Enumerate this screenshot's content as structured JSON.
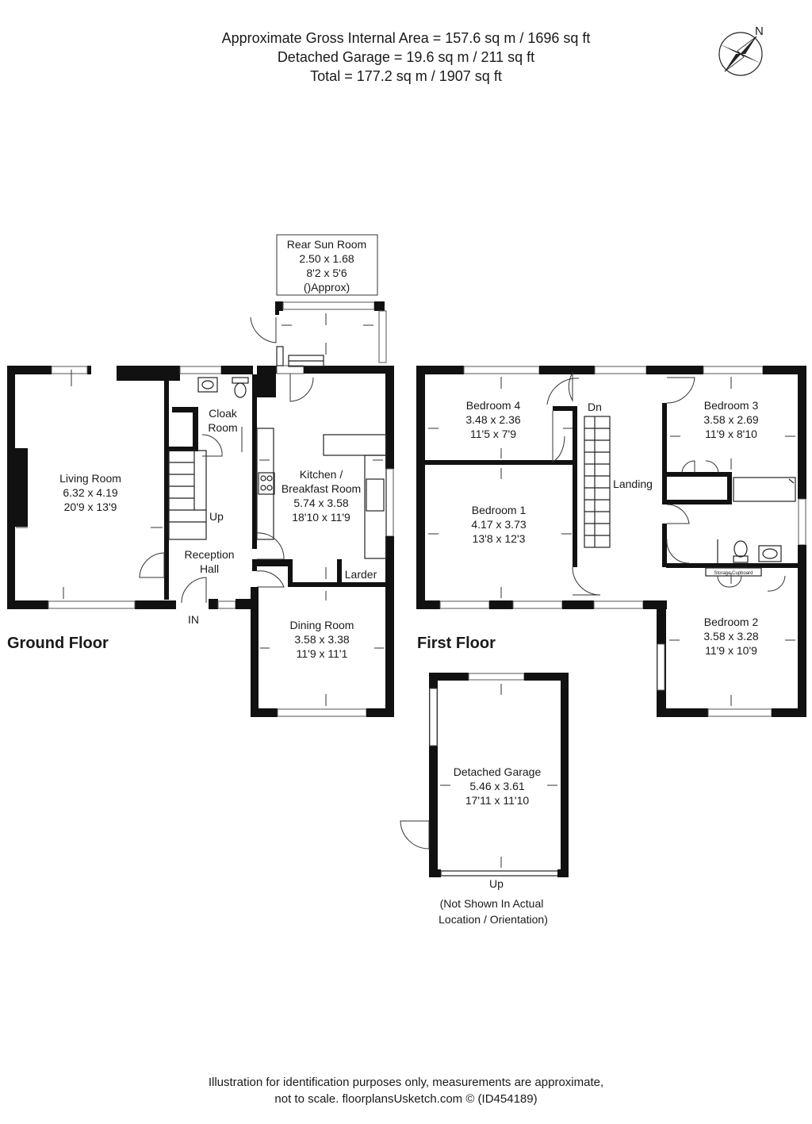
{
  "header": {
    "line1": "Approximate Gross Internal Area = 157.6 sq m / 1696 sq ft",
    "line2": "Detached Garage = 19.6 sq m / 211 sq ft",
    "line3": "Total = 177.2 sq m / 1907 sq ft"
  },
  "compass": {
    "north_label": "N"
  },
  "floors": {
    "ground": "Ground Floor",
    "first": "First Floor"
  },
  "rooms": {
    "sun_room": {
      "name": "Rear Sun Room",
      "metric": "2.50 x 1.68",
      "imperial": "8'2 x 5'6",
      "note": "()Approx)"
    },
    "living": {
      "name": "Living Room",
      "metric": "6.32 x 4.19",
      "imperial": "20'9 x 13'9"
    },
    "cloak": {
      "name1": "Cloak",
      "name2": "Room"
    },
    "kitchen": {
      "name1": "Kitchen /",
      "name2": "Breakfast Room",
      "metric": "5.74 x 3.58",
      "imperial": "18'10 x 11'9"
    },
    "hall": {
      "name1": "Reception",
      "name2": "Hall"
    },
    "dining": {
      "name": "Dining Room",
      "metric": "3.58 x 3.38",
      "imperial": "11'9 x 11'1"
    },
    "bed4": {
      "name": "Bedroom 4",
      "metric": "3.48 x 2.36",
      "imperial": "11'5 x 7'9"
    },
    "bed3": {
      "name": "Bedroom 3",
      "metric": "3.58 x 2.69",
      "imperial": "11'9 x 8'10"
    },
    "bed1": {
      "name": "Bedroom 1",
      "metric": "4.17 x 3.73",
      "imperial": "13'8 x 12'3"
    },
    "bed2": {
      "name": "Bedroom 2",
      "metric": "3.58 x 3.28",
      "imperial": "11'9 x 10'9"
    },
    "garage": {
      "name": "Detached Garage",
      "metric": "5.46 x 3.61",
      "imperial": "17'11 x 11'10"
    }
  },
  "labels": {
    "up_ground": "Up",
    "in": "IN",
    "larder": "Larder",
    "dn": "Dn",
    "landing": "Landing",
    "storage": "Storage Cupboard",
    "garage_up": "Up"
  },
  "garage_note": {
    "line1": "(Not Shown In Actual",
    "line2": "Location / Orientation)"
  },
  "footer": {
    "line1": "Illustration for identification purposes only, measurements are approximate,",
    "line2": "not to scale. floorplansUsketch.com © (ID454189)"
  }
}
